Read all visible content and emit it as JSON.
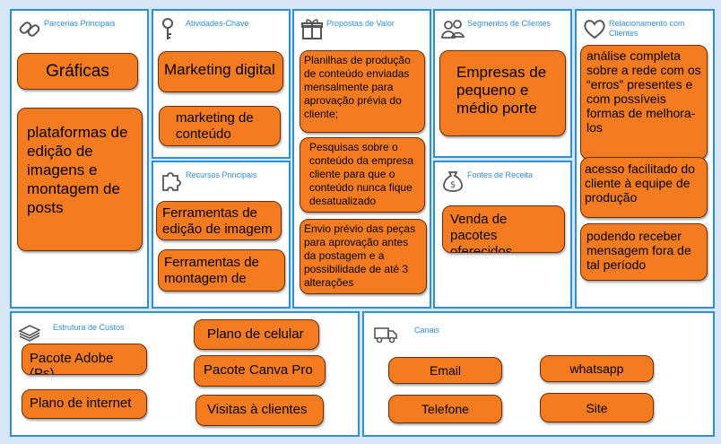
{
  "canvas": {
    "background": "#d6e6f5",
    "block_border_color": "#2f8fd0",
    "title_color": "#2f8fd0",
    "note_color": "#f47b20"
  },
  "blocks": {
    "parcerias": {
      "title": "Parcerias Principais",
      "icon": "chain-link-icon",
      "notes": [
        "Gráficas",
        "plataformas de edição de imagens e montagem de posts"
      ]
    },
    "atividades": {
      "title": "Atividades-Chave",
      "icon": "key-icon",
      "notes": [
        "Marketing digital",
        "marketing de conteúdo"
      ]
    },
    "recursos": {
      "title": "Recursos Principais",
      "icon": "puzzle-piece-icon",
      "notes": [
        "Ferramentas de edição de imagem",
        "Ferramentas de montagem de peças"
      ]
    },
    "propostas": {
      "title": "Propostas de Valor",
      "icon": "gift-box-icon",
      "notes": [
        "Planilhas de produção de conteúdo enviadas mensalmente para aprovação prévia do cliente;",
        "Pesquisas sobre o conteúdo da empresa cliente para que o conteúdo nunca fique desatualizado",
        "Envio prévio das peças para aprovação antes da postagem e a possibilidade de até 3 alterações"
      ]
    },
    "segmentos": {
      "title": "Segmentos de Clientes",
      "icon": "people-icon",
      "notes": [
        "Empresas de pequeno e médio porte"
      ]
    },
    "relacionamento": {
      "title": "Relacionamento com Clientes",
      "icon": "heart-icon",
      "notes": [
        "análise completa sobre a rede com os “erros” presentes e com possíveis formas de melhora-los",
        "acesso facilitado do cliente à equipe de produção",
        "podendo receber mensagem fora de tal período"
      ]
    },
    "fontes": {
      "title": "Fontes de Receita",
      "icon": "money-bag-icon",
      "notes": [
        "Venda de pacotes oferecidos"
      ]
    },
    "custos": {
      "title": "Estrutura de Custos",
      "icon": "receipt-stack-icon",
      "notes": [
        "Pacote Adobe (Ps)",
        "Plano de internet",
        "Plano de celular",
        "Pacote Canva Pro",
        "Visitas à clientes"
      ]
    },
    "canais": {
      "title": "Canais",
      "icon": "delivery-truck-icon",
      "notes": [
        "Email",
        "Telefone",
        "whatsapp",
        "Site"
      ]
    }
  }
}
